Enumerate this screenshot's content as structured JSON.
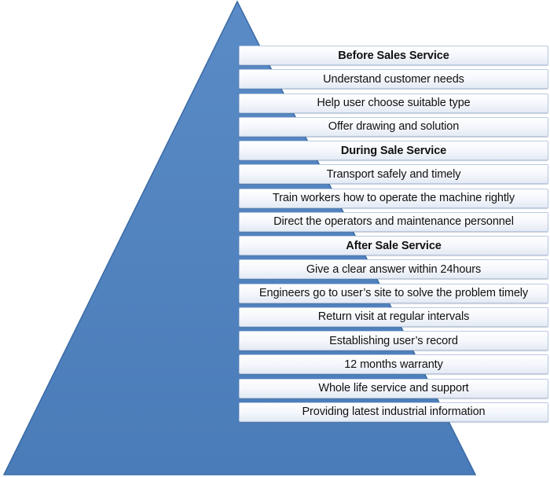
{
  "colors": {
    "pyramid_fill": "#4f81bd",
    "pyramid_stroke": "#3a6aa4",
    "row_border": "#b9c9e0",
    "text": "#111111"
  },
  "rows": [
    {
      "label": "Before Sales Service",
      "header": true
    },
    {
      "label": "Understand customer needs",
      "header": false
    },
    {
      "label": "Help user choose suitable type",
      "header": false
    },
    {
      "label": "Offer drawing and solution",
      "header": false
    },
    {
      "label": "During Sale Service",
      "header": true
    },
    {
      "label": "Transport safely and timely",
      "header": false
    },
    {
      "label": "Train workers how to operate the machine rightly",
      "header": false
    },
    {
      "label": "Direct the operators and maintenance personnel",
      "header": false
    },
    {
      "label": "After Sale Service",
      "header": true
    },
    {
      "label": "Give a clear answer within 24hours",
      "header": false
    },
    {
      "label": "Engineers go to user’s site to solve the problem timely",
      "header": false
    },
    {
      "label": "Return visit at regular intervals",
      "header": false
    },
    {
      "label": "Establishing user’s record",
      "header": false
    },
    {
      "label": "12 months warranty",
      "header": false
    },
    {
      "label": "Whole life service and support",
      "header": false
    },
    {
      "label": "Providing latest industrial information",
      "header": false
    }
  ]
}
